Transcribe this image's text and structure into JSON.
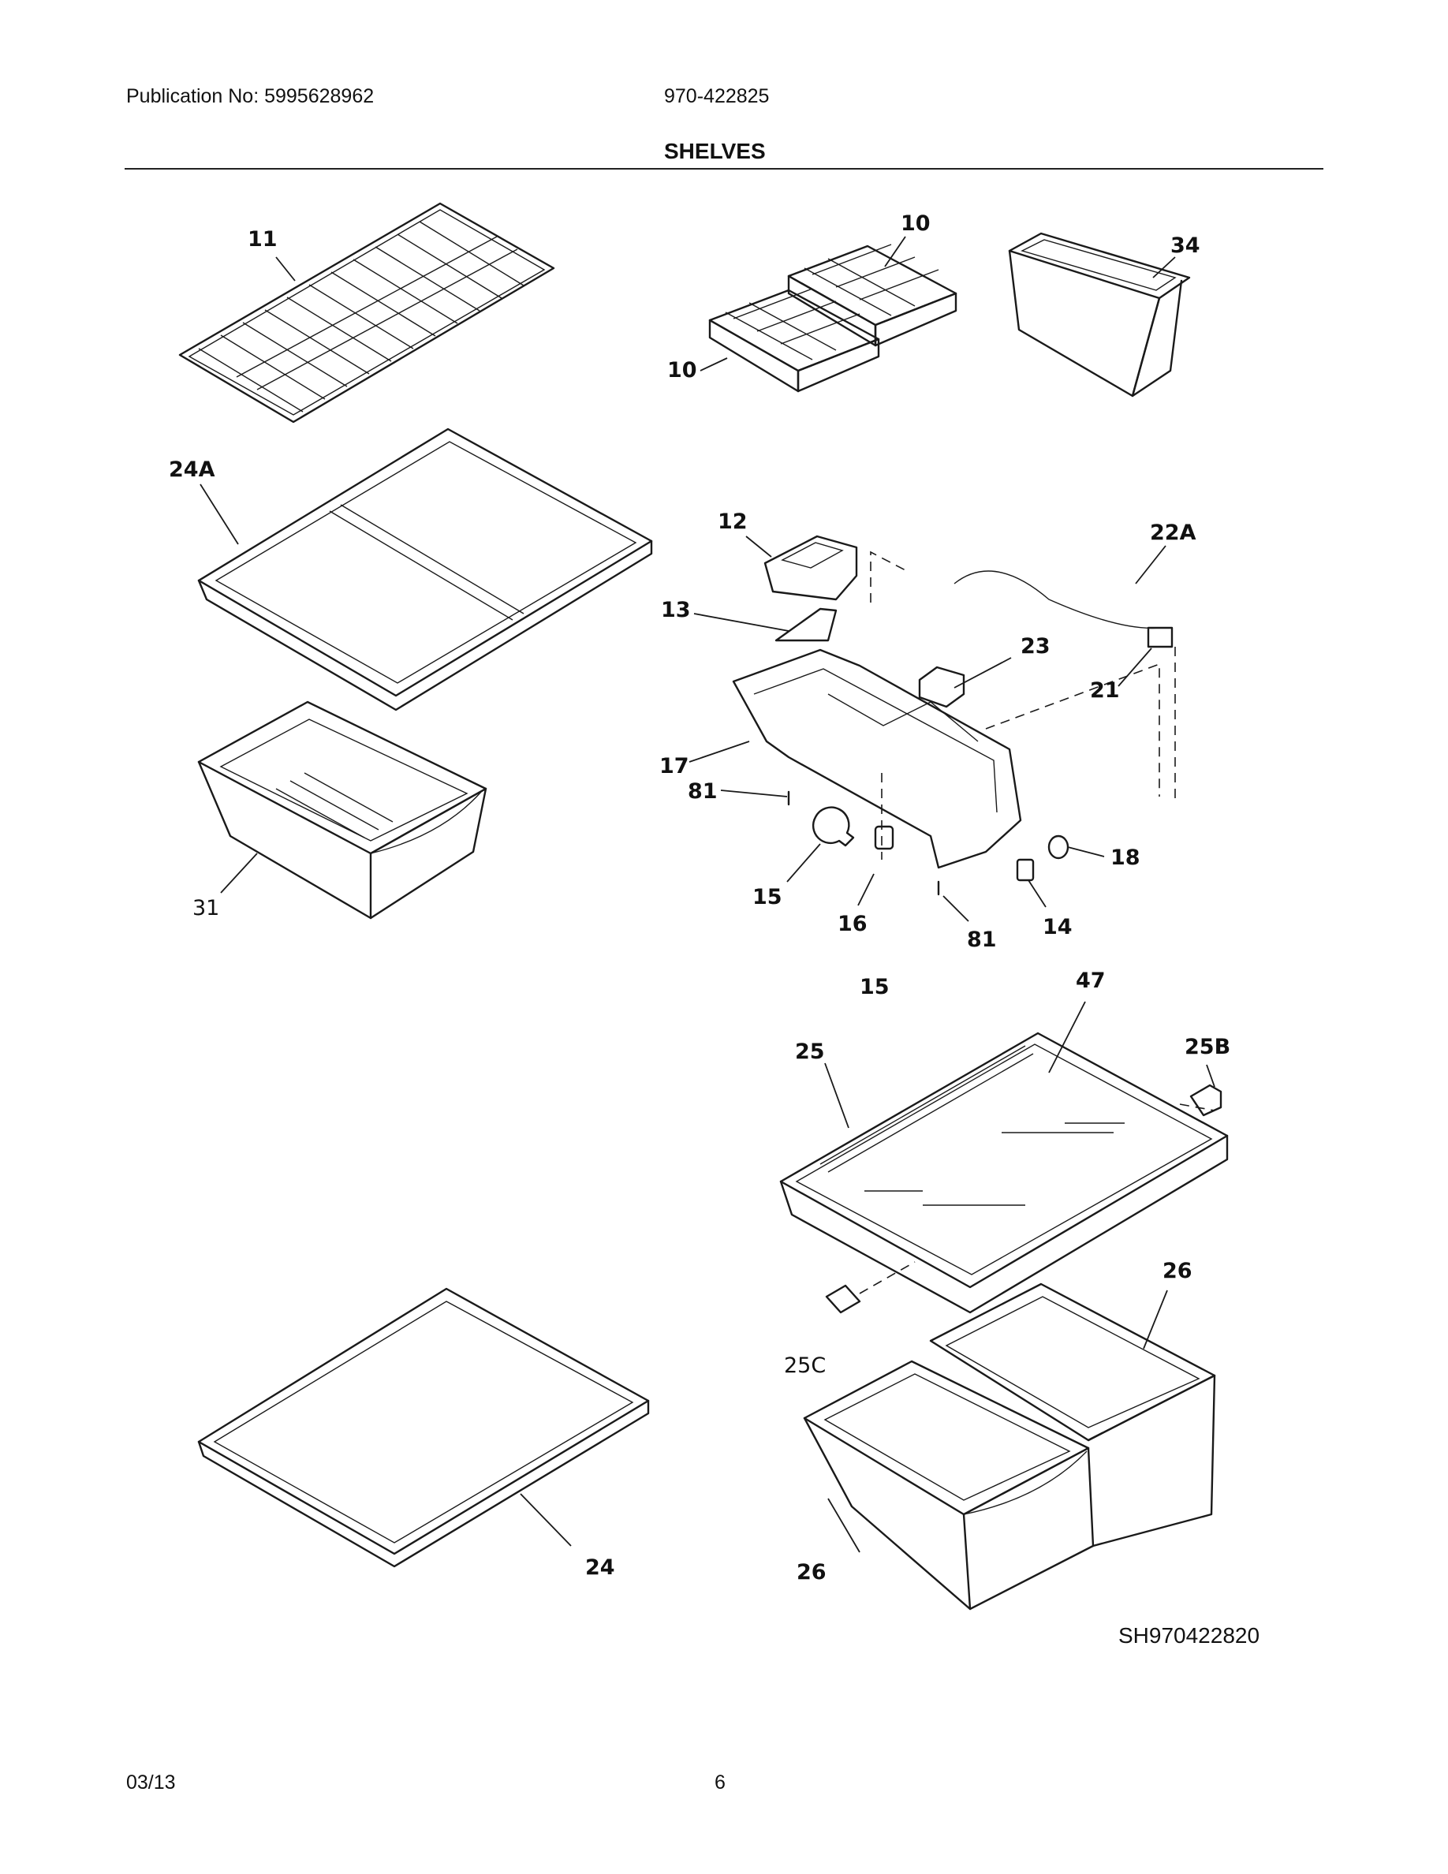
{
  "header": {
    "publication": "Publication No: 5995628962",
    "model": "970-422825",
    "section_title": "SHELVES"
  },
  "footer": {
    "date": "03/13",
    "page": "6",
    "diagram_code": "SH970422820"
  },
  "callouts": {
    "c11": "11",
    "c10a": "10",
    "c10b": "10",
    "c34": "34",
    "c24A": "24A",
    "c12": "12",
    "c22A": "22A",
    "c13": "13",
    "c23": "23",
    "c21": "21",
    "c17": "17",
    "c81a": "81",
    "c18": "18",
    "c15a": "15",
    "c16": "16",
    "c81b": "81",
    "c14": "14",
    "c31": "31",
    "c15b": "15",
    "c47": "47",
    "c25": "25",
    "c25B": "25B",
    "c26a": "26",
    "c25C": "25C",
    "c24": "24",
    "c26b": "26"
  }
}
